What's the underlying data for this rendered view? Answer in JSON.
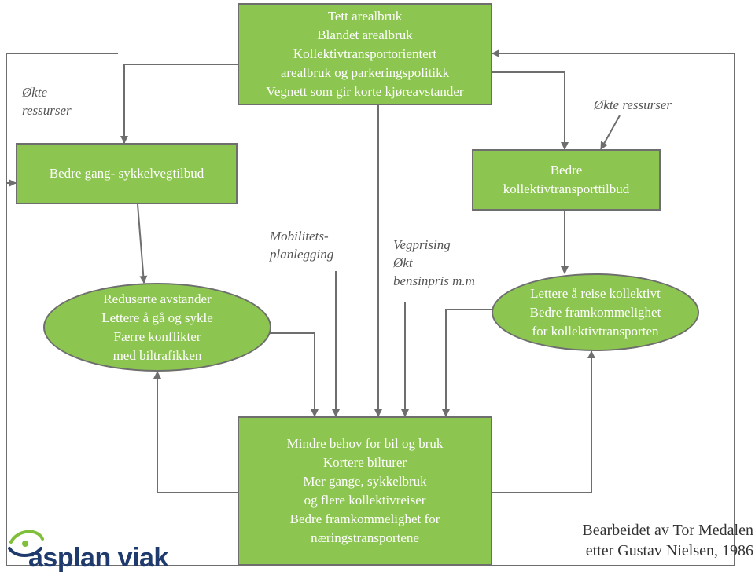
{
  "boxes": {
    "top": [
      "Tett arealbruk",
      "Blandet arealbruk",
      "Kollektivtransportorientert",
      "arealbruk og parkeringspolitikk",
      "Vegnett som gir korte kjøreavstander"
    ],
    "left": [
      "Bedre gang- sykkelvegtilbud"
    ],
    "right": [
      "Bedre",
      "kollektivtransporttilbud"
    ],
    "bottom": [
      "Mindre behov for bil og bruk",
      "Kortere bilturer",
      "Mer gange, sykkelbruk",
      "og flere kollektivreiser",
      "Bedre framkommelighet for",
      "næringstransportene"
    ]
  },
  "ovals": {
    "left": [
      "Reduserte avstander",
      "Lettere å gå og sykle",
      "Færre konflikter",
      "med biltrafikken"
    ],
    "right": [
      "Lettere å reise kollektivt",
      "Bedre framkommelighet",
      "for kollektivtransporten"
    ]
  },
  "notes": {
    "okte_left": [
      "Økte",
      "ressurser"
    ],
    "okte_right": "Økte ressurser",
    "mobilitet": [
      "Mobilitets-",
      "planlegging"
    ],
    "vegprising": [
      "Vegprising",
      "Økt",
      "bensinpris m.m"
    ]
  },
  "credit": [
    "Bearbeidet av Tor Medalen",
    "etter Gustav Nielsen, 1986"
  ],
  "logo": {
    "text": "asplan viak"
  },
  "colors": {
    "box_fill": "#8cc550",
    "line": "#6e6e6e",
    "text": "#ffffff",
    "brand": "#1f3a6d"
  }
}
